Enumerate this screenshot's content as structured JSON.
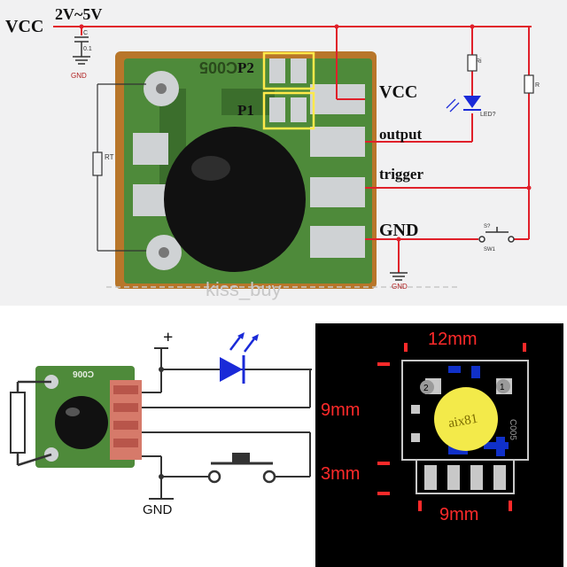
{
  "top": {
    "vcc_left": "VCC",
    "voltage": "2V~5V",
    "cap_label": "C",
    "cap_value": "0.1",
    "gnd_left": "GND",
    "pad_p2": "P2",
    "pad_p1": "P1",
    "chip_text": "C005",
    "rt_label": "RT",
    "ri_label": "Ri",
    "led_label": "LED?",
    "r_label": "R",
    "pin_vcc": "VCC",
    "pin_output": "output",
    "pin_trigger": "trigger",
    "pin_gnd": "GND",
    "sw_label_top": "S?",
    "sw_label_bottom": "SW1",
    "gnd_bottom": "GND",
    "watermark": "kiss_buy"
  },
  "bottom_left": {
    "plus": "+",
    "chip_text": "C006",
    "gnd": "GND"
  },
  "bottom_right": {
    "width_top": "12mm",
    "height_main": "9mm",
    "height_tab": "3mm",
    "width_bottom": "9mm",
    "chip_label": "aix81",
    "side_text": "C005",
    "pin_2": "2",
    "pin_1": "1"
  },
  "colors": {
    "wire_red": "#e0202a",
    "pcb_green": "#4e8a3a",
    "pcb_brown": "#b8762a",
    "pad_silver": "#cfd2d4",
    "epoxy_black": "#111111",
    "highlight_yellow": "#ffe94a",
    "dim_red": "#ff2a2a",
    "chip_yellow": "#f3ea4a",
    "dark_bg": "#000000"
  }
}
